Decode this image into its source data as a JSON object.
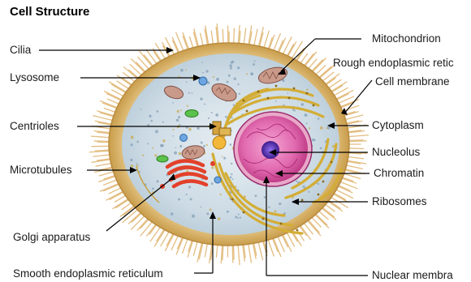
{
  "title": "Cell Structure",
  "labels": {
    "cilia": "Cilia",
    "lysosome": "Lysosome",
    "centrioles": "Centrioles",
    "microtubules": "Microtubules",
    "golgi": "Golgi apparatus",
    "smooth_er": "Smooth endoplasmic reticulum",
    "mitochondrion": "Mitochondrion",
    "rough_er": "Rough endoplasmic retic",
    "cell_membrane": "Cell membrane",
    "cytoplasm": "Cytoplasm",
    "nucleolus": "Nucleolus",
    "chromatin": "Chromatin",
    "ribosomes": "Ribosomes",
    "nuclear_membrane": "Nuclear membra"
  },
  "colors": {
    "membrane": "#d9b46a",
    "cytoplasm": "#c8dbe8",
    "nucleus": "#d94f9a",
    "nucleolus": "#5a2fb0",
    "golgi": "#e8402a",
    "mitochondria": "#b07a6a",
    "rough_er": "#d8b640",
    "cilia": "#e3bd80"
  }
}
